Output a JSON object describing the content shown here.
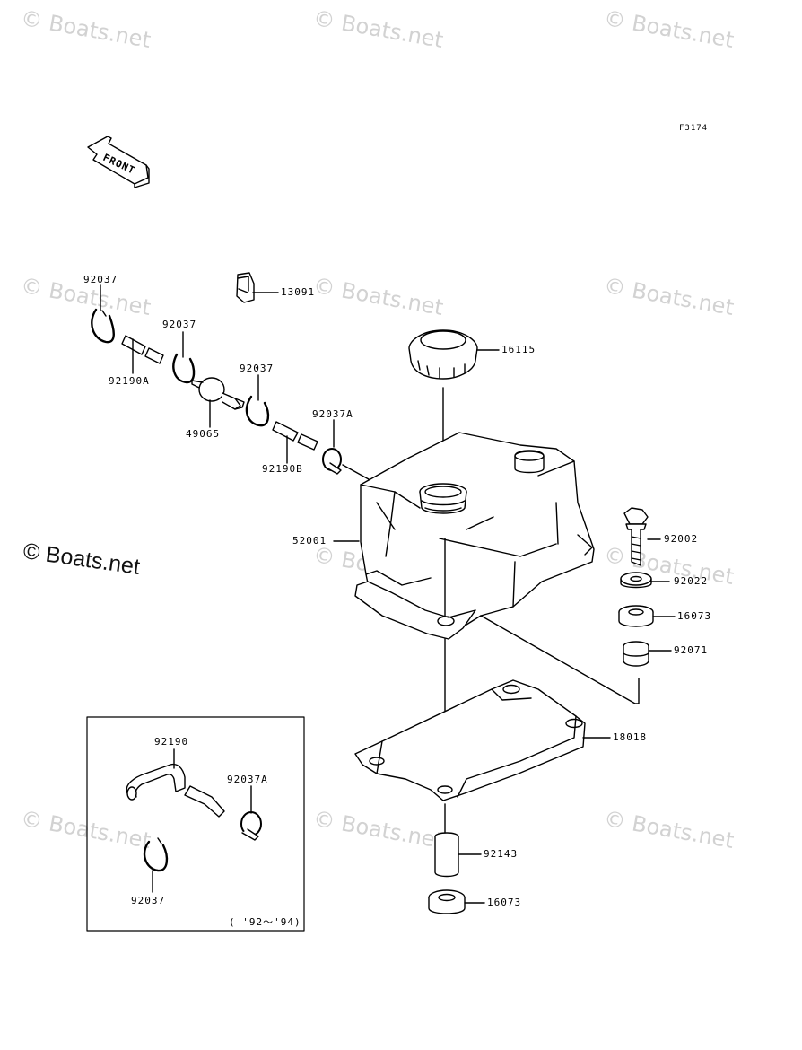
{
  "figure_code": "F3174",
  "front_arrow_label": "FRONT",
  "watermark_text": "© Boats.net",
  "watermark_copy_text": "© Boats.net",
  "inset_years": "( '92～'94)",
  "parts": {
    "p92037_a": "92037",
    "p13091": "13091",
    "p92037_b": "92037",
    "p16115": "16115",
    "p92190a": "92190A",
    "p92037_c": "92037",
    "p49065": "49065",
    "p92037a": "92037A",
    "p92190b": "92190B",
    "p52001": "52001",
    "p92002": "92002",
    "p92022": "92022",
    "p16073_a": "16073",
    "p92071": "92071",
    "p18018": "18018",
    "p92143": "92143",
    "p16073_b": "16073",
    "inset_92190": "92190",
    "inset_92037a": "92037A",
    "inset_92037": "92037"
  },
  "colors": {
    "line": "#000000",
    "watermark": "#d2d2d2",
    "background": "#ffffff"
  }
}
